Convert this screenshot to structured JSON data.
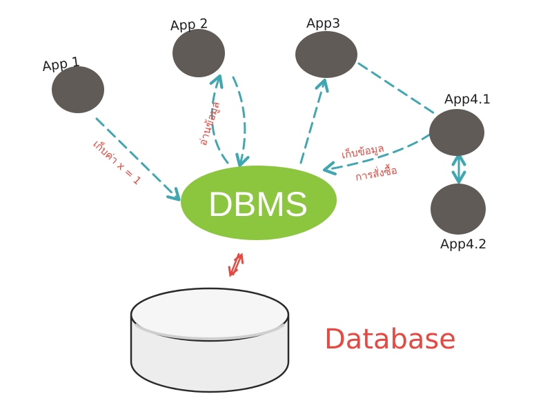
{
  "colors": {
    "background": "#ffffff",
    "app_node": "#615b57",
    "dbms_fill": "#8cc63f",
    "dbms_text": "#ffffff",
    "arrow": "#3fa7b0",
    "note": "#e8483f",
    "database_fill": "#f1f1f1",
    "database_stroke": "#2a2a2a"
  },
  "nodes": {
    "app1": "App 1",
    "app2": "App 2",
    "app3": "App3",
    "app41": "App4.1",
    "app42": "App4.2"
  },
  "dbms_label": "DBMS",
  "database_label": "Database",
  "notes": {
    "app1_arrow": "เก็บค่า x = 1",
    "app2_arrow": "อ่านข้อมูล",
    "app4_arrow_line1": "เก็บข้อมูล",
    "app4_arrow_line2": "การสั่งซื้อ"
  }
}
